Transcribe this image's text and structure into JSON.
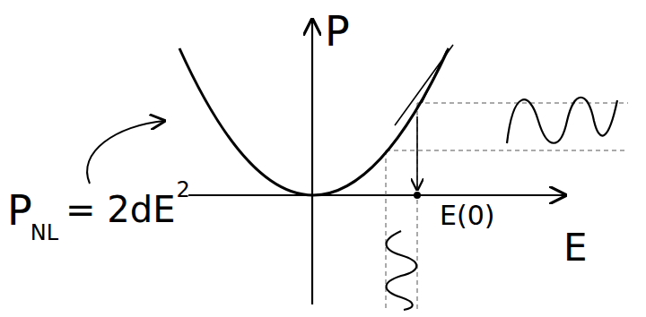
{
  "diagram": {
    "labels": [
      "P",
      "E",
      "E(0)",
      "P",
      "NL",
      "= 2dE",
      "2"
    ]
  }
}
